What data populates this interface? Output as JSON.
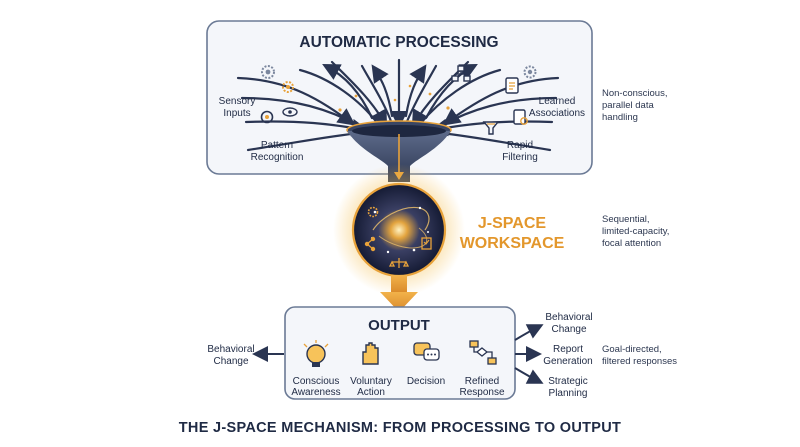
{
  "diagram": {
    "title": "THE J-SPACE MECHANISM: FROM PROCESSING TO OUTPUT",
    "automatic": {
      "heading": "AUTOMATIC PROCESSING",
      "left_top_line1": "Sensory",
      "left_top_line2": "Inputs",
      "left_bottom_line1": "Pattern",
      "left_bottom_line2": "Recognition",
      "right_top_line1": "Learned",
      "right_top_line2": "Associations",
      "right_bottom_line1": "Rapid",
      "right_bottom_line2": "Filtering",
      "side_note_line1": "Non-conscious,",
      "side_note_line2": "parallel data",
      "side_note_line3": "handling"
    },
    "workspace": {
      "label_line1": "J-SPACE",
      "label_line2": "WORKSPACE",
      "side_note_line1": "Sequential,",
      "side_note_line2": "limited-capacity,",
      "side_note_line3": "focal attention"
    },
    "output": {
      "heading": "OUTPUT",
      "left_label_line1": "Behavioral",
      "left_label_line2": "Change",
      "items": [
        {
          "line1": "Conscious",
          "line2": "Awareness"
        },
        {
          "line1": "Voluntary",
          "line2": "Action"
        },
        {
          "line1": "Decision",
          "line2": ""
        },
        {
          "line1": "Refined",
          "line2": "Response"
        }
      ],
      "right_top_line1": "Behavioral",
      "right_top_line2": "Change",
      "right_mid_line1": "Report",
      "right_mid_line2": "Generation",
      "right_bottom_line1": "Strategic",
      "right_bottom_line2": "Planning",
      "side_note_line1": "Goal-directed,",
      "side_note_line2": "filtered responses"
    },
    "colors": {
      "navy": "#1f2a44",
      "gold": "#e8a23a",
      "box_fill": "#f4f6fa",
      "box_stroke": "#6b7a95",
      "orb": "#1b2440"
    }
  }
}
